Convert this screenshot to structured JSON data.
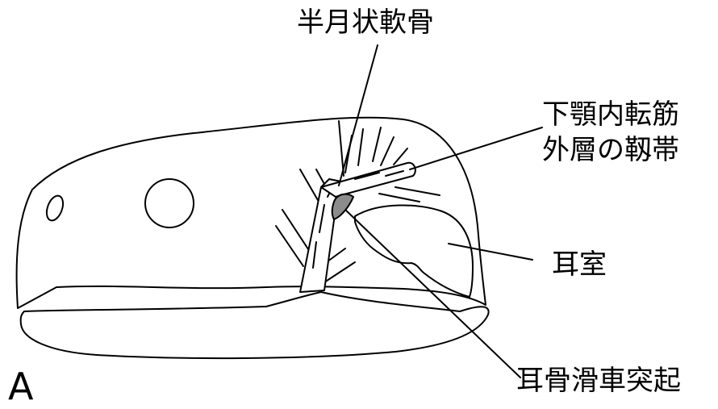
{
  "labels": {
    "meniscus": "半月状軟骨",
    "ligament_line1": "下顎内転筋",
    "ligament_line2": "外層の靱帯",
    "ear_cavity": "耳室",
    "ear_process": "耳骨滑車突起",
    "panel": "A"
  },
  "colors": {
    "stroke": "#000000",
    "process_fill": "#8c8c8c",
    "background": "#ffffff"
  }
}
